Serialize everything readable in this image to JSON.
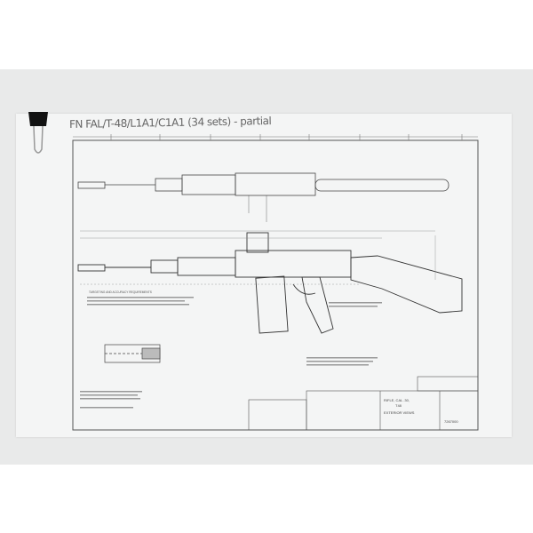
{
  "handwritten_note": "FN FAL/T-48/L1A1/C1A1 (34 sets) - partial",
  "drawing": {
    "note_heading": "TARGETING AND ACCURACY REQUIREMENTS",
    "title_block": {
      "title_line1": "RIFLE, CAL .30,",
      "title_line2": "T48",
      "title_line3": "EXTERIOR VIEWS",
      "drawing_number": "7267000"
    }
  }
}
